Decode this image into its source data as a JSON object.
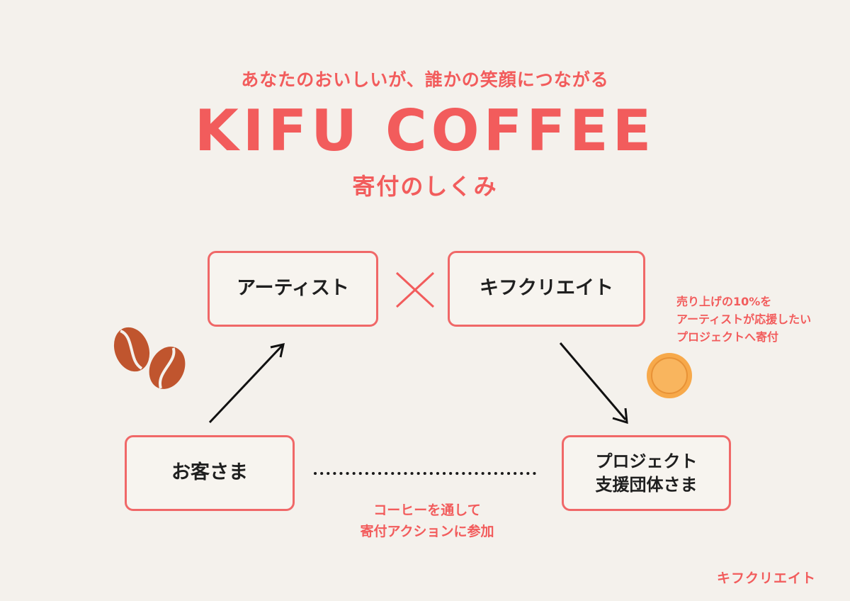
{
  "header": {
    "tagline": "あなたのおいしいが、誰かの笑顔につながる",
    "title": "KIFU COFFEE",
    "subtitle": "寄付のしくみ"
  },
  "nodes": {
    "artist": "アーティスト",
    "kifu_create": "キフクリエイト",
    "customer": "お客さま",
    "project": "プロジェクト\n支援団体さま"
  },
  "annotations": {
    "donation_note": "売り上げの10%を\nアーティストが応援したい\nプロジェクトへ寄付",
    "participation_note": "コーヒーを通して\n寄付アクションに参加"
  },
  "footer": {
    "brand": "キフクリエイト"
  },
  "colors": {
    "accent": "#f25c5c",
    "box_border": "#f06868",
    "background": "#f4f1ec",
    "coffee_bean": "#c0552e",
    "coin": "#f7a94a"
  },
  "icons": [
    "cross-icon",
    "arrow-up-right-icon",
    "arrow-down-right-icon",
    "coffee-bean-icon",
    "coin-icon",
    "dotted-line"
  ]
}
